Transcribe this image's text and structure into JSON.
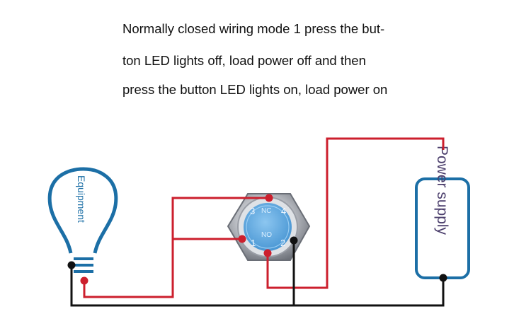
{
  "description": {
    "line1": "Normally closed wiring mode 1 press the but-",
    "line2": "ton LED lights off, load power off and then",
    "line3": "press the button LED lights on, load power on"
  },
  "load": {
    "label": "Equipment"
  },
  "power": {
    "label": "Power supply"
  },
  "switch": {
    "pins": {
      "p1": "1",
      "p2": "2",
      "p3": "3",
      "p4": "4"
    },
    "contact_top": "NC",
    "contact_bottom": "NO"
  },
  "colors": {
    "wire_red": "#cc1f2d",
    "wire_black": "#111111",
    "component_blue": "#1c6fa6",
    "switch_face": "#5ea9df",
    "power_label": "#4a3d6b"
  }
}
